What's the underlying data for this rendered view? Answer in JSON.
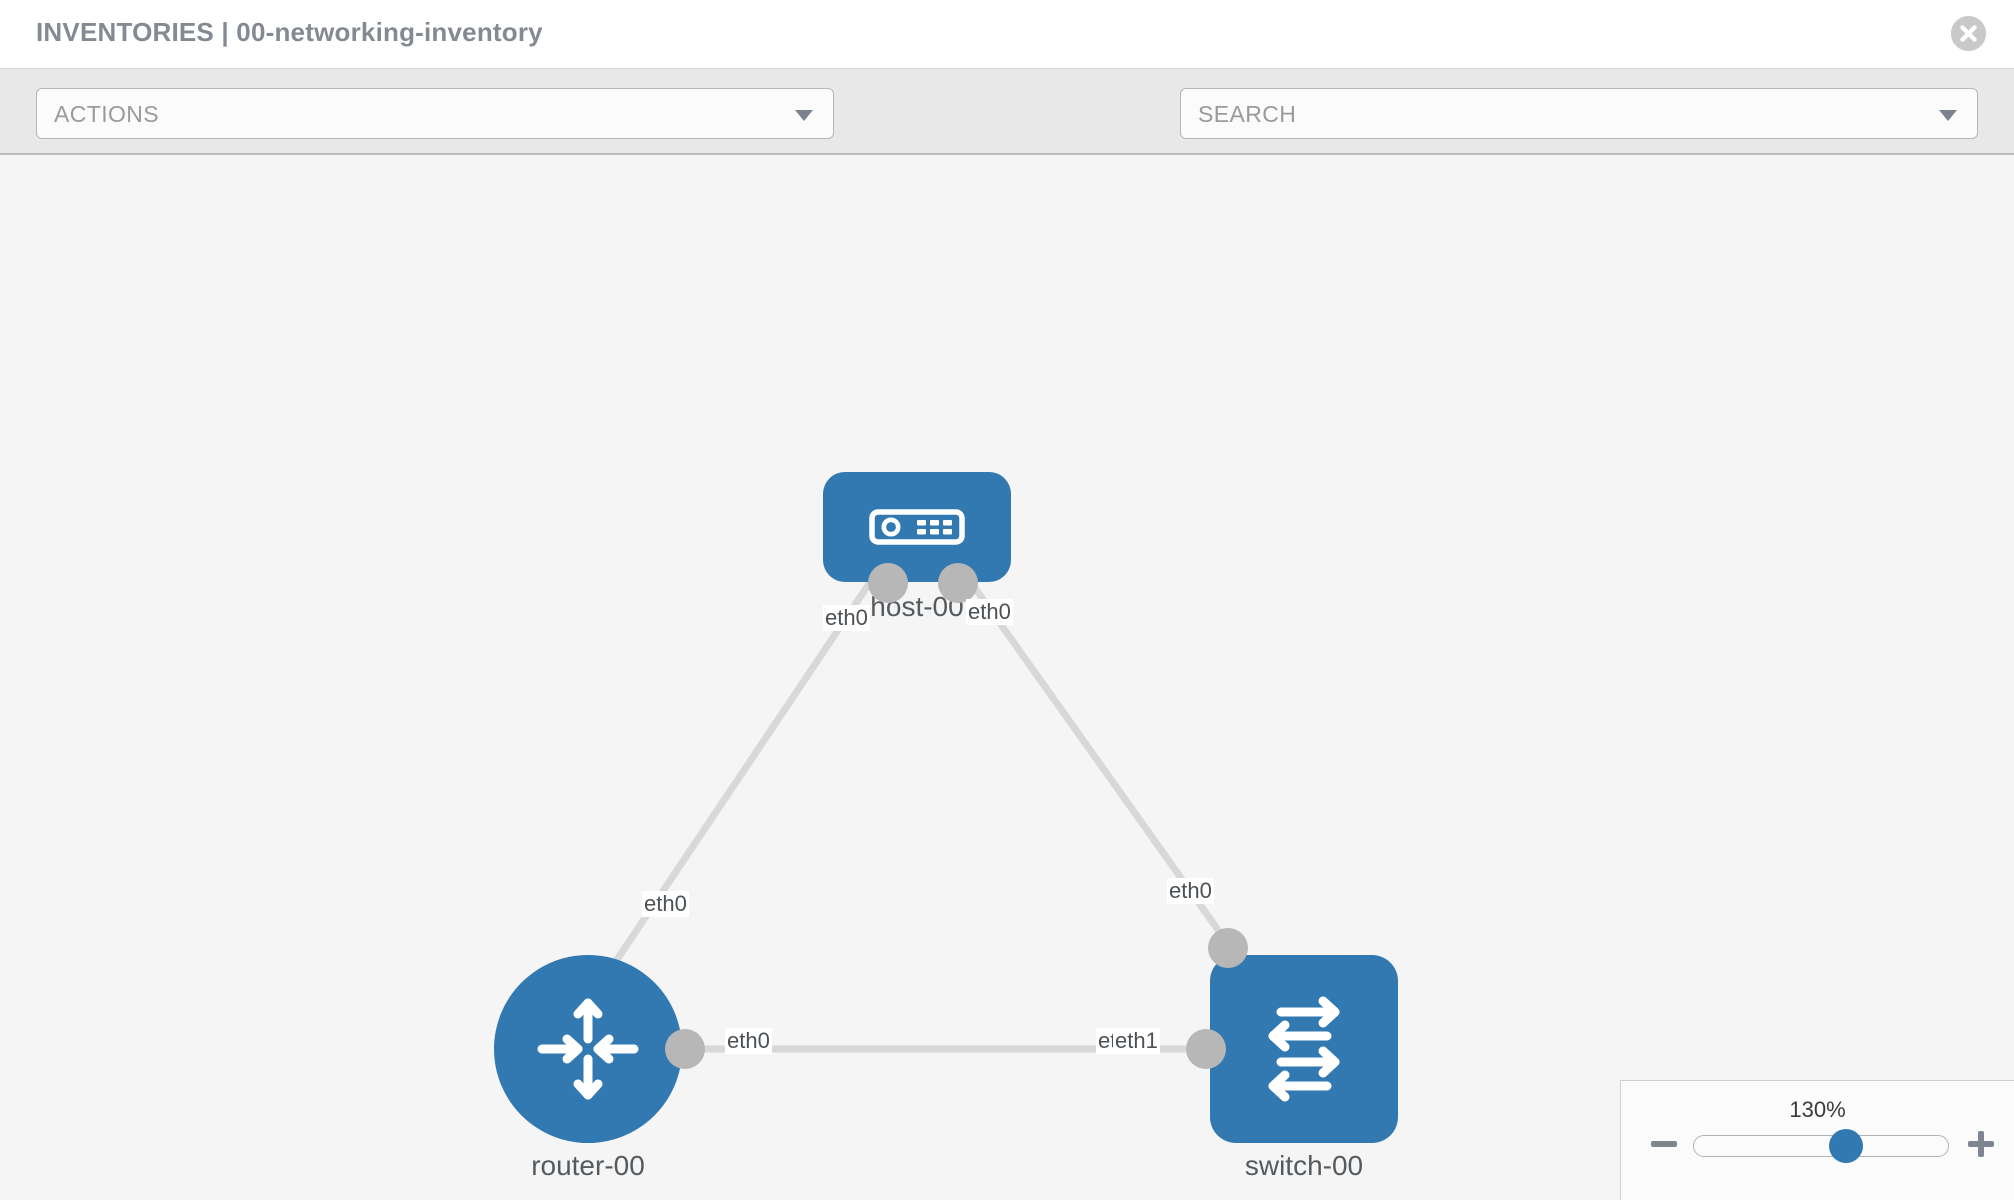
{
  "header": {
    "title": "INVENTORIES | 00-networking-inventory",
    "close_icon": "close-circle-icon"
  },
  "toolbar": {
    "actions_label": "ACTIONS",
    "actions_caret": "chevron-down-icon",
    "wrench_icon": "wrench-icon",
    "key_icon": "key-icon",
    "search_placeholder": "SEARCH",
    "search_caret": "chevron-down-icon"
  },
  "topology": {
    "nodes": [
      {
        "id": "host",
        "label": "host-00",
        "type": "host",
        "icon": "server-icon",
        "color": "#3278b1"
      },
      {
        "id": "router",
        "label": "router-00",
        "type": "router",
        "icon": "router-icon",
        "color": "#3278b1"
      },
      {
        "id": "switch",
        "label": "switch-00",
        "type": "switch",
        "icon": "switch-icon",
        "color": "#3278b1"
      }
    ],
    "links": [
      {
        "from": "host",
        "to": "router",
        "from_iface": "eth0",
        "to_iface": "eth0"
      },
      {
        "from": "host",
        "to": "switch",
        "from_iface": "eth0",
        "to_iface": "eth0"
      },
      {
        "from": "router",
        "to": "switch",
        "from_iface": "eth0",
        "to_iface": "eth1"
      }
    ],
    "iface_labels": {
      "host_left": "eth0",
      "host_right": "eth0",
      "router_up": "eth0",
      "switch_up": "eth0",
      "router_right": "eth0",
      "switch_left_under": "eth0",
      "switch_left": "eth1"
    },
    "link_color": "#d8d8d8",
    "port_color": "#b7b7b7"
  },
  "zoom_control": {
    "percent": "130%",
    "minus_label": "minus-icon",
    "plus_label": "plus-icon",
    "thumb_position_percent": 60
  }
}
